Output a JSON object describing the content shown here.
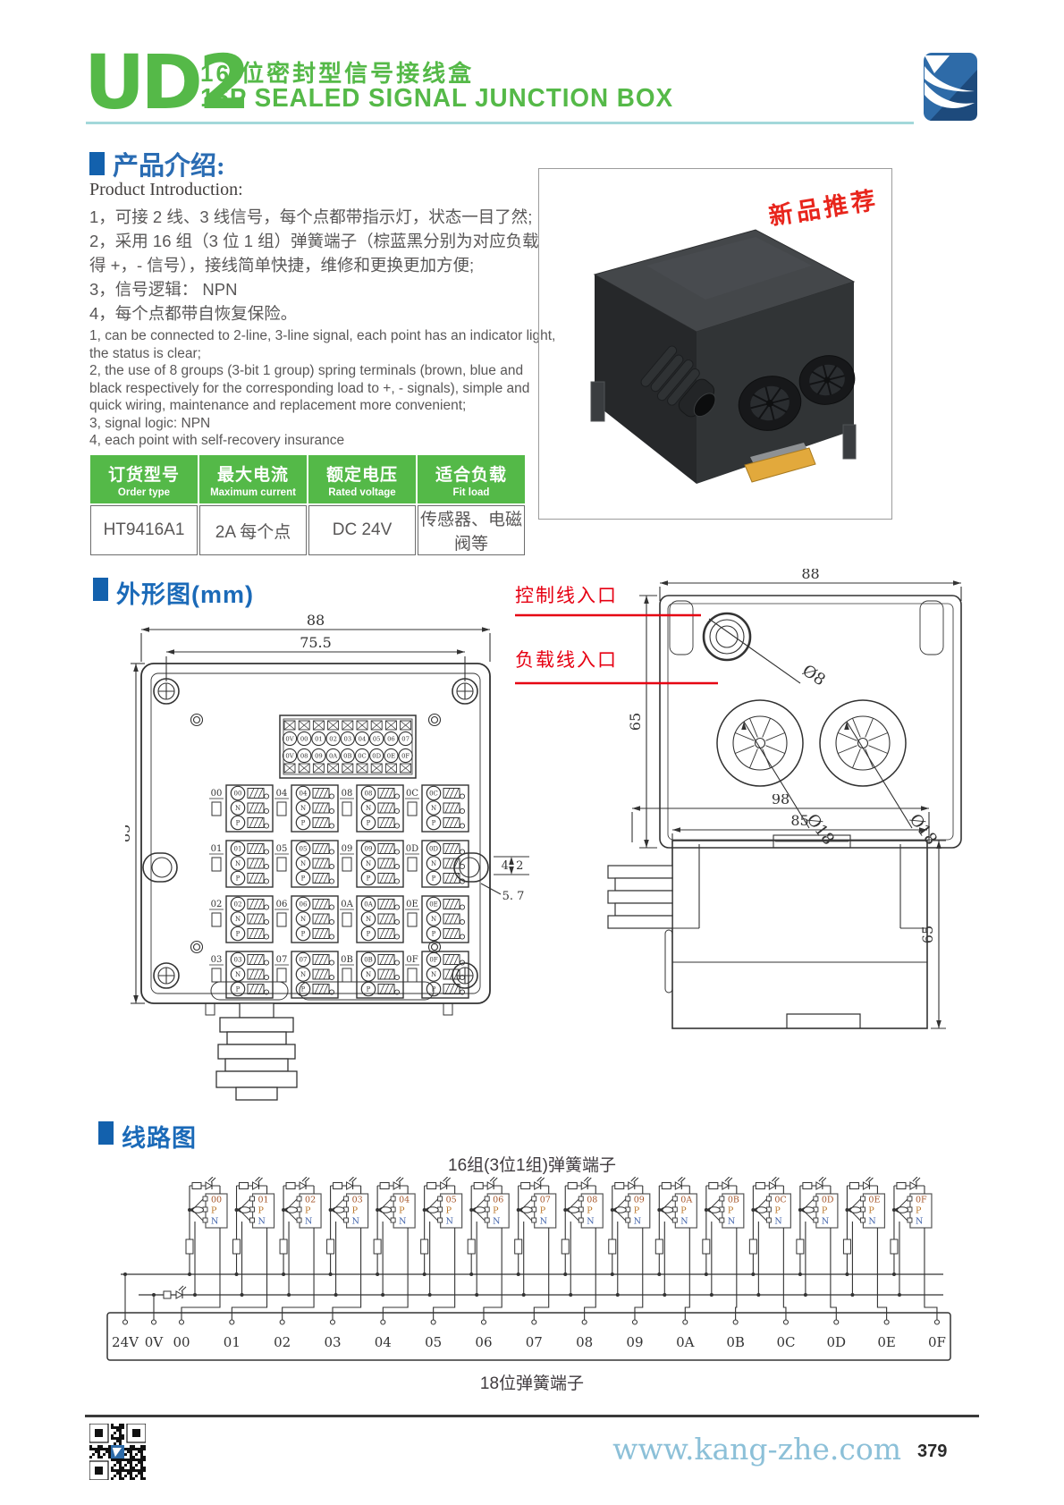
{
  "header": {
    "product_code": "UD2",
    "title_zh": "16 位密封型信号接线盒",
    "title_en": "16P SEALED SIGNAL JUNCTION BOX",
    "accent_green": "#55b948",
    "accent_blue": "#1361ad"
  },
  "intro": {
    "heading_zh": "产品介绍:",
    "heading_en": "Product Introduction:",
    "features_zh": [
      "1，可接 2 线、3 线信号，每个点都带指示灯，状态一目了然;",
      "2，采用 16 组（3 位 1 组）弹簧端子（棕蓝黑分别为对应负载得 +，- 信号），接线简单快捷，维修和更换更加方便;",
      "3，信号逻辑： NPN",
      "4，每个点都带自恢复保险。"
    ],
    "features_en": [
      "1, can be connected to 2-line, 3-line signal, each point has an indicator light, the status is clear;",
      "2, the use of 8 groups (3-bit 1 group) spring terminals (brown, blue and black respectively for the corresponding load to +, - signals), simple and quick wiring, maintenance and replacement more convenient;",
      "3, signal logic: NPN",
      "4, each point with self-recovery insurance"
    ]
  },
  "spec_table": {
    "headers": [
      {
        "zh": "订货型号",
        "en": "Order type"
      },
      {
        "zh": "最大电流",
        "en": "Maximum current"
      },
      {
        "zh": "额定电压",
        "en": "Rated voltage"
      },
      {
        "zh": "适合负载",
        "en": "Fit load"
      }
    ],
    "row": [
      "HT9416A1",
      "2A 每个点",
      "DC 24V",
      "传感器、电磁阀等"
    ]
  },
  "photo": {
    "badge": "新品推荐"
  },
  "outline": {
    "heading": "外形图(mm)",
    "front_view": {
      "dims": {
        "outer_width": "88",
        "screw_span": "75.5",
        "height": "85",
        "slot_offset": "4. 2",
        "slot_width": "5. 7"
      },
      "strip_row1": [
        "0V",
        "00",
        "01",
        "02",
        "03",
        "04",
        "05",
        "06",
        "07"
      ],
      "strip_row2": [
        "0V",
        "08",
        "09",
        "0A",
        "0B",
        "0C",
        "0D",
        "0E",
        "0F"
      ],
      "pin_labels": [
        "N",
        "P"
      ],
      "groups": [
        [
          "00",
          "01",
          "02",
          "03"
        ],
        [
          "04",
          "05",
          "06",
          "07"
        ],
        [
          "08",
          "09",
          "0A",
          "0B"
        ],
        [
          "0C",
          "0D",
          "0E",
          "0F"
        ]
      ]
    },
    "top_view": {
      "dims": {
        "width": "88",
        "height": "65",
        "hole_small": "Ø8",
        "hole_big": "Ø18"
      },
      "label_control": "控制线入口",
      "label_load": "负载线入口"
    },
    "side_view": {
      "dims": {
        "width": "98",
        "inner_width": "85",
        "height": "65"
      }
    }
  },
  "circuit": {
    "heading": "线路图",
    "title": "16组(3位1组)弹簧端子",
    "groups": [
      "00",
      "01",
      "02",
      "03",
      "04",
      "05",
      "06",
      "07",
      "08",
      "09",
      "0A",
      "0B",
      "0C",
      "0D",
      "0E",
      "0F"
    ],
    "pin_labels": [
      "P",
      "N"
    ],
    "terminals": [
      "24V",
      "0V",
      "00",
      "01",
      "02",
      "03",
      "04",
      "05",
      "06",
      "07",
      "08",
      "09",
      "0A",
      "0B",
      "0C",
      "0D",
      "0E",
      "0F"
    ],
    "caption": "18位弹簧端子"
  },
  "footer": {
    "url": "www.kang-zhe.com",
    "page": "379"
  }
}
